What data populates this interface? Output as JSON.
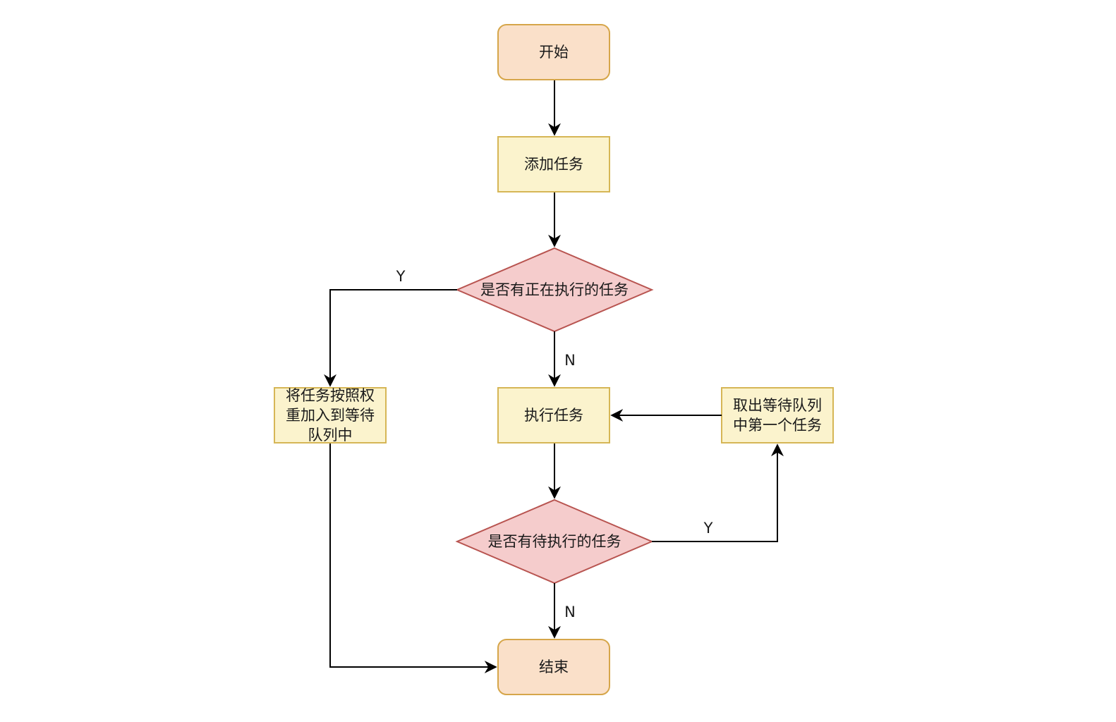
{
  "colors": {
    "terminal_fill": "#fae0c9",
    "terminal_stroke": "#d6a64a",
    "process_fill": "#fbf3cd",
    "process_stroke": "#d6b656",
    "decision_fill": "#f5cccc",
    "decision_stroke": "#b85450",
    "edge": "#000000"
  },
  "nodes": {
    "start": "开始",
    "add_task": "添加任务",
    "check_running": "是否有正在执行的任务",
    "enqueue_by_weight": "将任务按照权\n重加入到等待\n队列中",
    "execute_task": "执行任务",
    "dequeue_first": "取出等待队列\n中第一个任务",
    "check_pending": "是否有待执行的任务",
    "end": "结束"
  },
  "edges": {
    "running_yes": "Y",
    "running_no": "N",
    "pending_yes": "Y",
    "pending_no": "N"
  }
}
